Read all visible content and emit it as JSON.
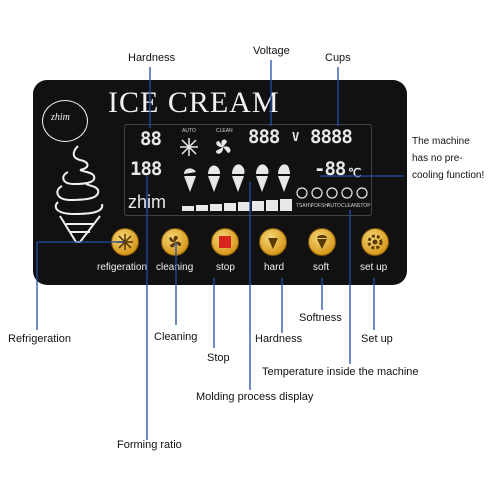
{
  "callouts": {
    "hardness_top": "Hardness",
    "voltage": "Voltage",
    "cups": "Cups",
    "no_precool": "The machine has no pre-cooling function!",
    "refrigeration": "Refrigeration",
    "cleaning": "Cleaning",
    "stop": "Stop",
    "hardness_bottom": "Hardness",
    "softness": "Softness",
    "setup": "Set up",
    "temperature": "Temperature inside the machine",
    "molding": "Molding process display",
    "forming_ratio": "Forming ratio"
  },
  "panel": {
    "title": "ICE CREAM",
    "brand": "zhim",
    "logo_text": "zhim",
    "digits_hardness": "88",
    "digits_ratio": "188",
    "digits_voltage": "888",
    "voltage_unit": "V",
    "digits_cups": "8888",
    "digits_temp": "-88",
    "temp_unit": "℃",
    "auto_label": "AUTO",
    "clean_label": "CLEAN",
    "status_labels": [
      "TSAHV",
      "FOFSH",
      "AUTO",
      "CLEAN",
      "STOP"
    ]
  },
  "buttons": [
    {
      "label": "refigeration",
      "icon": "snowflake-icon"
    },
    {
      "label": "cleaning",
      "icon": "fan-icon"
    },
    {
      "label": "stop",
      "icon": "stop-square-icon"
    },
    {
      "label": "hard",
      "icon": "cone-hard-icon"
    },
    {
      "label": "soft",
      "icon": "cone-soft-icon"
    },
    {
      "label": "set up",
      "icon": "gear-icon"
    }
  ],
  "colors": {
    "panel": "#111111",
    "button": "#d79a1d",
    "leader": "#1f4fa8",
    "display_text": "#e8e8e8",
    "stop_red": "#d7261e"
  }
}
